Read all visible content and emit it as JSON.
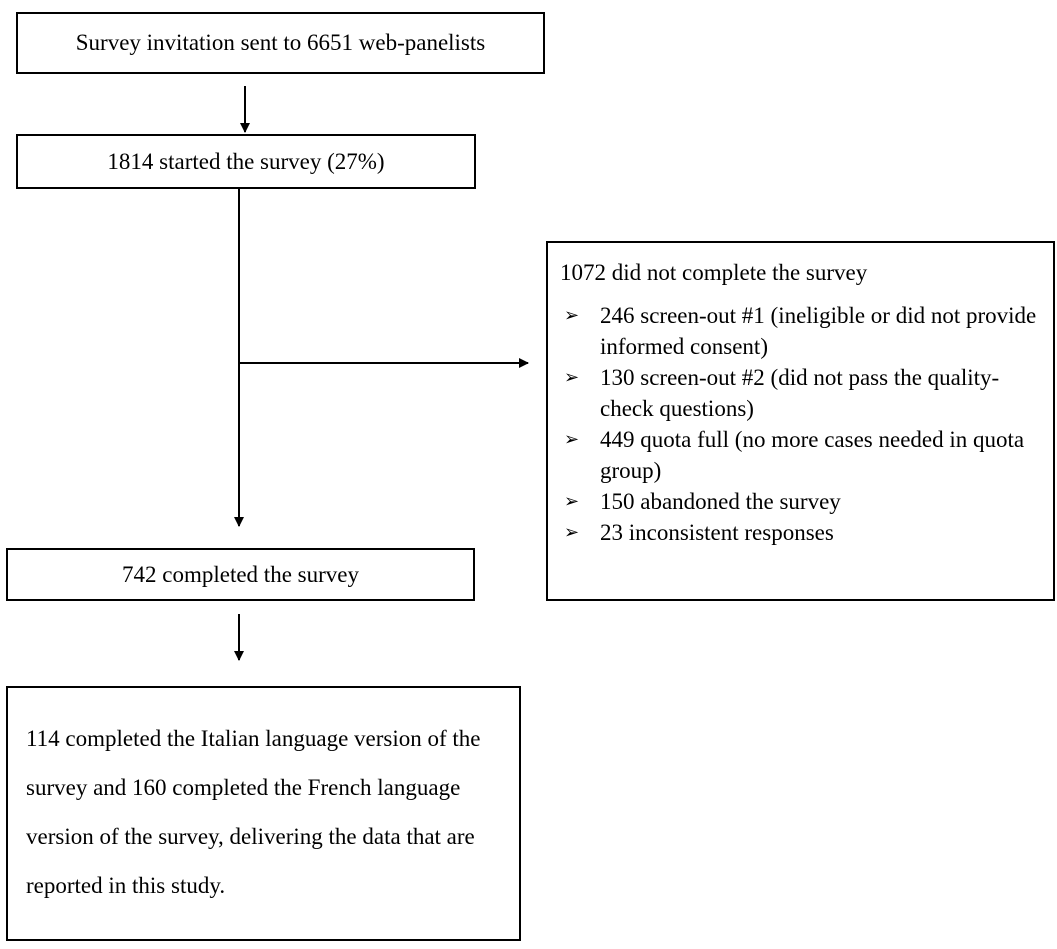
{
  "flowchart": {
    "invitation": "Survey invitation sent to 6651 web-panelists",
    "started": "1814 started the survey (27%)",
    "not_completed": {
      "title": "1072 did not complete the survey",
      "items": [
        "246 screen-out #1 (ineligible or did not provide informed consent)",
        "130 screen-out #2 (did not pass the quality-check questions)",
        "449 quota full (no more cases needed in quota group)",
        "150 abandoned the survey",
        "23 inconsistent responses"
      ]
    },
    "completed": "742 completed the survey",
    "final": "114 completed the Italian language version of the survey and 160 completed the French language version of the survey, delivering the data that are reported in this study."
  },
  "bullet_glyph": "➢"
}
